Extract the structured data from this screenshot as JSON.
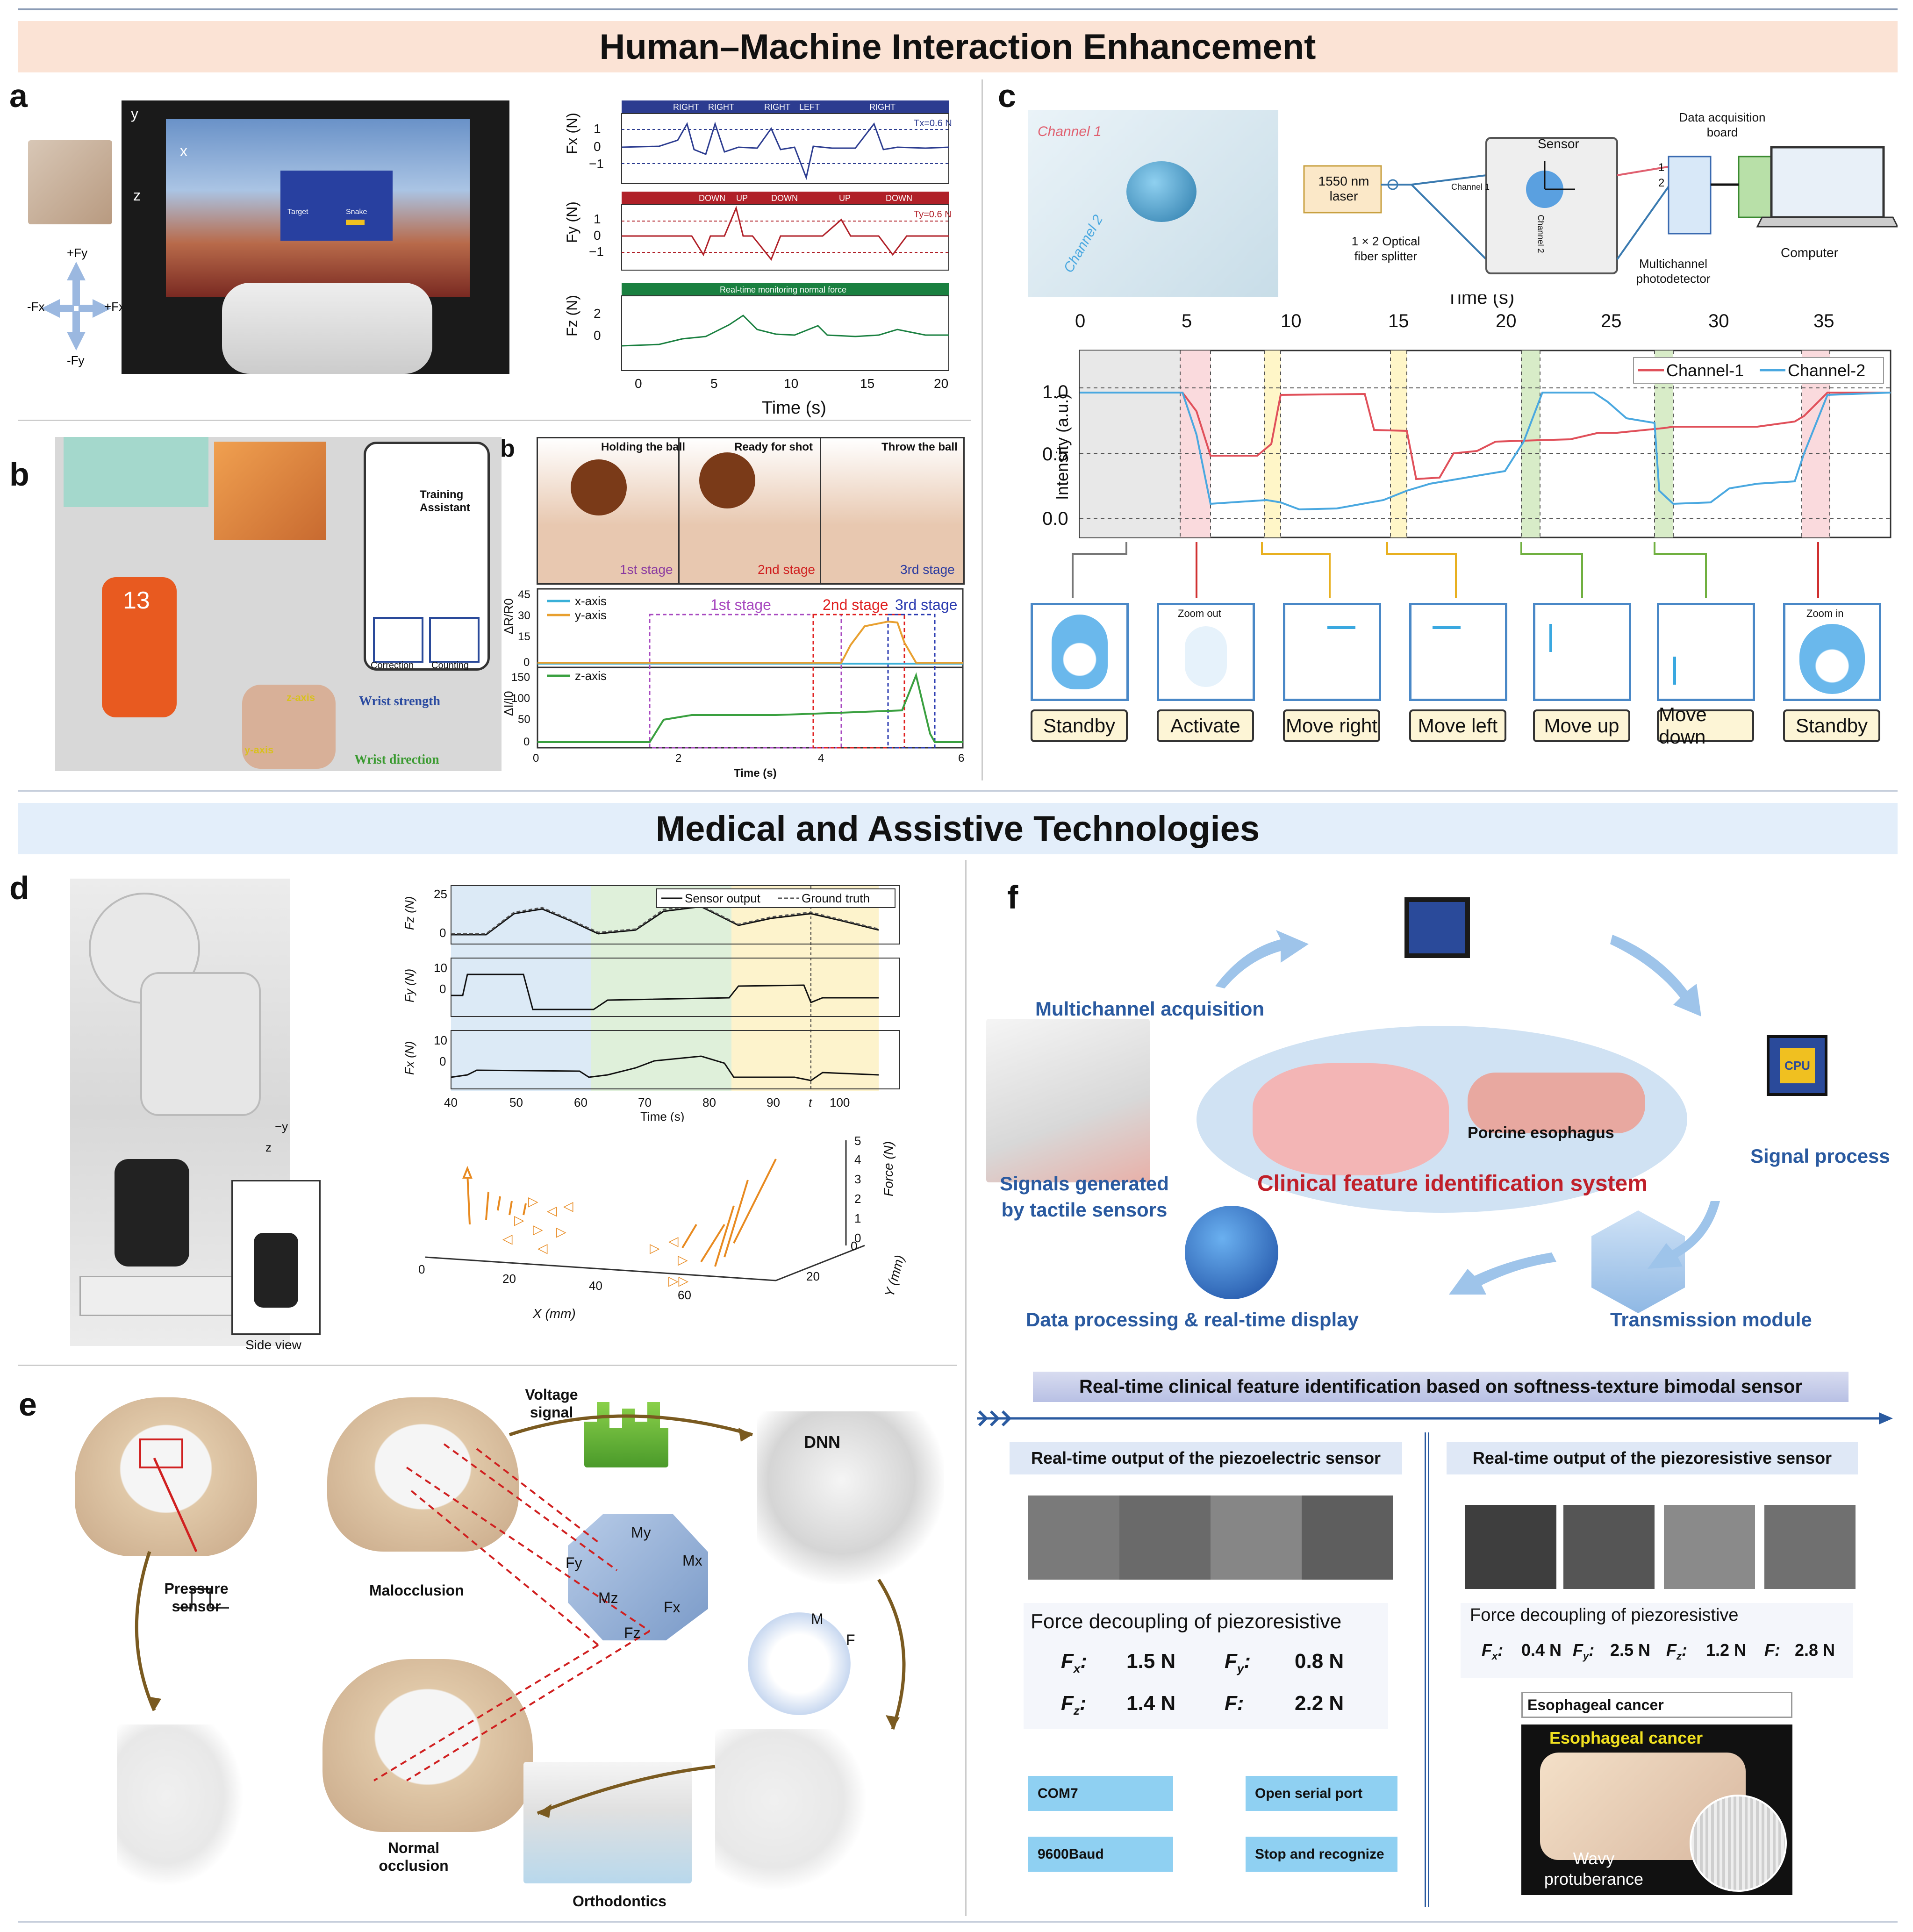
{
  "banners": {
    "top": "Human–Machine Interaction Enhancement",
    "bottom": "Medical and Assistive Technologies"
  },
  "panel_labels": {
    "a": "a",
    "b": "b",
    "b2": "b",
    "c": "c",
    "d": "d",
    "e": "e",
    "f": "f"
  },
  "panel_a": {
    "fx_ylabel": "Fx (N)",
    "fy_ylabel": "Fy (N)",
    "fz_ylabel": "Fz (N)",
    "fx_events": [
      "RIGHT",
      "RIGHT",
      "RIGHT",
      "LEFT",
      "RIGHT"
    ],
    "fy_events": [
      "DOWN",
      "UP",
      "DOWN",
      "UP",
      "DOWN"
    ],
    "tx_label": "Tx=0.6 N",
    "ty_label": "Ty=0.6 N",
    "fz_bar": "Real-time monitoring normal force",
    "xlabel": "Time (s)",
    "xticks": [
      "0",
      "5",
      "10",
      "15",
      "20"
    ],
    "yticks": [
      "1",
      "0",
      "−1"
    ],
    "fz_yticks": [
      "2",
      "0"
    ],
    "axes": {
      "fy": "+Fy",
      "fx_neg": "-Fx",
      "fx_pos": "+Fx",
      "fy_neg": "-Fy",
      "x": "x",
      "y": "y",
      "z": "z"
    },
    "screen_labels": {
      "target": "Target",
      "snake": "Snake"
    }
  },
  "panel_b": {
    "player_number": "13",
    "app_title": "Training Assistant",
    "btn_correction": "Correction",
    "btn_counting": "Counting",
    "z_axis": "z-axis",
    "y_axis": "y-axis",
    "wrist_strength": "Wrist strength",
    "wrist_direction": "Wrist direction",
    "photo_captions": [
      "Holding the ball",
      "Ready for shot",
      "Throw the ball"
    ],
    "stage_labels": [
      "1st stage",
      "2nd stage",
      "3rd stage"
    ],
    "legend_top": [
      "x-axis",
      "y-axis"
    ],
    "legend_bottom": "z-axis",
    "ylabel_top": "ΔR/R0",
    "ylabel_bottom": "ΔI/I0",
    "yticks_top": [
      "45",
      "30",
      "15",
      "0"
    ],
    "yticks_bottom": [
      "150",
      "100",
      "50",
      "0"
    ],
    "xticks": [
      "0",
      "2",
      "4",
      "6"
    ],
    "xlabel": "Time (s)"
  },
  "panel_c": {
    "labels": {
      "channel1": "Channel 1",
      "channel2": "Channel 2",
      "laser": "1550 nm laser",
      "splitter": "1 × 2 Optical fiber splitter",
      "sensor": "Sensor",
      "photodetector": "Multichannel photodetector",
      "daq": "Data acquisition board",
      "computer": "Computer",
      "ch1_small": "Channel 1",
      "ch2_small": "Channel 2",
      "port1": "1",
      "port2": "2"
    },
    "xlabel": "Time (s)",
    "ylabel": "Intensity (a.u.)",
    "xticks": [
      "0",
      "5",
      "10",
      "15",
      "20",
      "25",
      "30",
      "35"
    ],
    "yticks": [
      "1.0",
      "0.5",
      "0.0"
    ],
    "legend": [
      "Channel-1",
      "Channel-2"
    ],
    "states": [
      "Standby",
      "Activate",
      "Move right",
      "Move left",
      "Move up",
      "Move down",
      "Standby"
    ],
    "zoom_out": "Zoom out",
    "zoom_in": "Zoom in"
  },
  "panel_d": {
    "legend": [
      "Sensor output",
      "Ground truth"
    ],
    "ylabels": [
      "Fz (N)",
      "Fy (N)",
      "Fx (N)"
    ],
    "yticks_fz": [
      "25",
      "0"
    ],
    "yticks_fy": [
      "10",
      "0"
    ],
    "yticks_fx": [
      "10",
      "0"
    ],
    "xticks": [
      "40",
      "50",
      "60",
      "70",
      "80",
      "90",
      "t",
      "100"
    ],
    "xlabel": "Time (s)",
    "side_view": "Side view",
    "axes_small": [
      "−y",
      "z"
    ],
    "x3d_label": "X (mm)",
    "y3d_label": "Y (mm)",
    "z3d_label": "Force (N)",
    "x3d_ticks": [
      "0",
      "20",
      "40",
      "60"
    ],
    "y3d_ticks": [
      "20",
      "0"
    ],
    "z3d_ticks": [
      "5",
      "4",
      "3",
      "2",
      "1",
      "0"
    ]
  },
  "panel_e": {
    "voltage_signal": "Voltage signal",
    "dnn": "DNN",
    "pressure_sensor": "Pressure sensor",
    "malocclusion": "Malocclusion",
    "normal_occlusion": "Normal occlusion",
    "orthodontics": "Orthodontics",
    "moments": [
      "My",
      "Fy",
      "Mx",
      "Mz",
      "Fx",
      "Fz"
    ],
    "tooth_labels": [
      "M",
      "F"
    ]
  },
  "panel_f": {
    "multichannel": "Multichannel acquisition",
    "signals_generated": "Signals generated by tactile sensors",
    "clinical_system": "Clinical feature identification system",
    "porcine": "Porcine esophagus",
    "signal_process": "Signal process",
    "cpu": "CPU",
    "data_processing": "Data processing & real-time display",
    "transmission": "Transmission module",
    "realtime_title": "Real-time clinical feature identification based on softness-texture bimodal sensor",
    "left_title": "Real-time  output of the piezoelectric sensor",
    "right_title": "Real-time  output of the piezoresistive sensor",
    "decouple_left": "Force decoupling of piezoresistive",
    "decouple_right": "Force decoupling of piezoresistive",
    "left_values": {
      "fx": "1.5 N",
      "fy": "0.8 N",
      "fz": "1.4 N",
      "f": "2.2 N"
    },
    "right_values": {
      "fx": "0.4 N",
      "fy": "2.5 N",
      "fz": "1.2 N",
      "f": "2.8 N"
    },
    "buttons": {
      "com": "COM7",
      "open": "Open serial port",
      "baud": "9600Baud",
      "stop": "Stop and recognize"
    },
    "eso_box": "Esophageal cancer",
    "eso_overlay": "Esophageal cancer",
    "wavy": "Wavy protuberance"
  },
  "colors": {
    "banner_top": "#fbe3d5",
    "banner_bottom": "#e3eefa",
    "ch1": "#e0505a",
    "ch2": "#4aa8e0",
    "accent_blue": "#4a88c7",
    "red": "#c0202a"
  }
}
